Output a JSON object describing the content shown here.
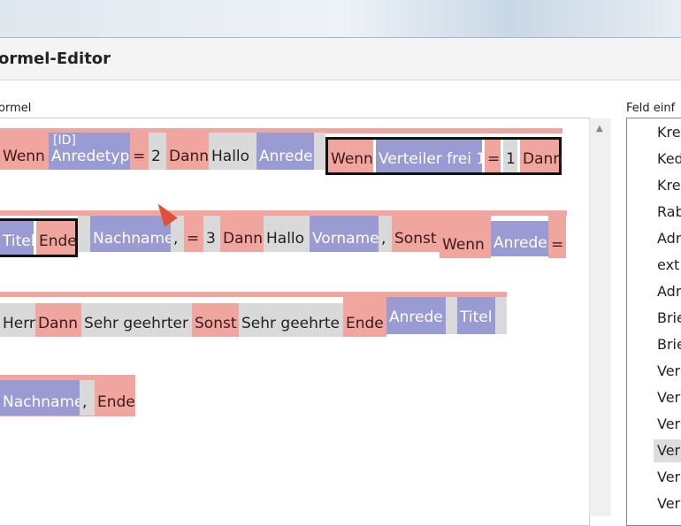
{
  "window": {
    "title": "ormel-Editor"
  },
  "formula_label": "ormel",
  "field_label": "Feld einf",
  "field_list": [
    "Kre",
    "Ked",
    "Kre",
    "Rab",
    "Adr",
    "ext",
    "Adr",
    "Brie",
    "Brie",
    "Ver",
    "Ver",
    "Ver",
    "Ver",
    "Ver",
    "Ver"
  ],
  "selected_field_index": 12,
  "tokens": {
    "r1": [
      "Wenn",
      "[ID]",
      "Anredetyp",
      "=",
      "2",
      "Dann",
      "Hallo",
      "Anrede",
      "Wenn",
      "Verteiler frei 1",
      "=",
      "1",
      "Dann"
    ],
    "r2": [
      "Titel",
      "Ende",
      "Nachname",
      ",",
      "=",
      "3",
      "Dann",
      "Hallo",
      "Vorname",
      ",",
      "Sonst",
      "Wenn",
      "Anrede",
      "="
    ],
    "r3": [
      "Herr",
      "Dann",
      "Sehr geehrter",
      "Sonst",
      "Sehr geehrte",
      "Ende",
      "Anrede",
      "Titel"
    ],
    "r4": [
      "Nachname",
      ",",
      "Ende"
    ]
  },
  "colors": {
    "keyword": "#f1a59f",
    "field": "#9b9bd4",
    "text": "#d9d9d9"
  }
}
